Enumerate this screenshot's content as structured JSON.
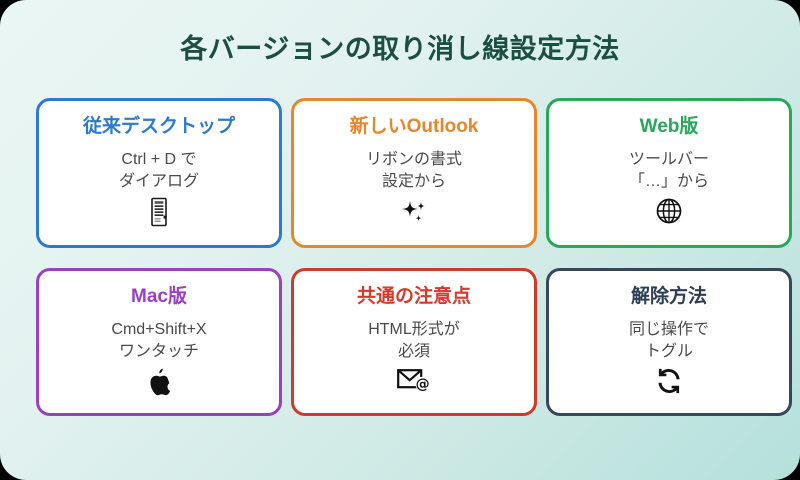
{
  "header": {
    "title": "各バージョンの取り消し線設定方法",
    "title_color": "#1b4f42"
  },
  "background": {
    "gradient_start": "#eaf6f4",
    "gradient_end": "#b5e0da"
  },
  "cards": [
    {
      "title": "従来デスクトップ",
      "body": "Ctrl + D で\nダイアログ",
      "icon": "document-scroll-icon",
      "icon_glyph": "🖹",
      "accent": "#2a7ad2"
    },
    {
      "title": "新しいOutlook",
      "body": "リボンの書式\n設定から",
      "icon": "sparkles-icon",
      "icon_glyph": "✨",
      "accent": "#e8862a"
    },
    {
      "title": "Web版",
      "body": "ツールバー\n「…」から",
      "icon": "globe-icon",
      "icon_glyph": "🌐",
      "accent": "#27a85a"
    },
    {
      "title": "Mac版",
      "body": "Cmd+Shift+X\nワンタッチ",
      "icon": "apple-icon",
      "icon_glyph": "🍎",
      "accent": "#9b3fc4"
    },
    {
      "title": "共通の注意点",
      "body": "HTML形式が\n必須",
      "icon": "email-icon",
      "icon_glyph": "📧",
      "accent": "#d8392a"
    },
    {
      "title": "解除方法",
      "body": "同じ操作で\nトグル",
      "icon": "refresh-toggle-icon",
      "icon_glyph": "🔄",
      "accent": "#2d3f56"
    }
  ]
}
